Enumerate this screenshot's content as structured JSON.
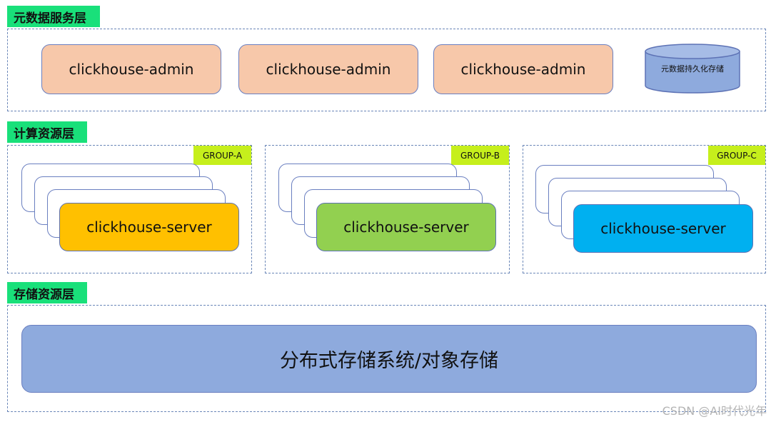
{
  "metadata_layer": {
    "label": "元数据服务层",
    "admins": [
      "clickhouse-admin",
      "clickhouse-admin",
      "clickhouse-admin"
    ],
    "persistence": "元数据持久化存储"
  },
  "compute_layer": {
    "label": "计算资源层",
    "groups": [
      {
        "tag": "GROUP-A",
        "server": "clickhouse-server",
        "color": "#ffc000"
      },
      {
        "tag": "GROUP-B",
        "server": "clickhouse-server",
        "color": "#92d050"
      },
      {
        "tag": "GROUP-C",
        "server": "clickhouse-server",
        "color": "#00b0f0"
      }
    ]
  },
  "storage_layer": {
    "label": "存储资源层",
    "system": "分布式存储系统/对象存储"
  },
  "watermark": "CSDN @AI时代光年"
}
